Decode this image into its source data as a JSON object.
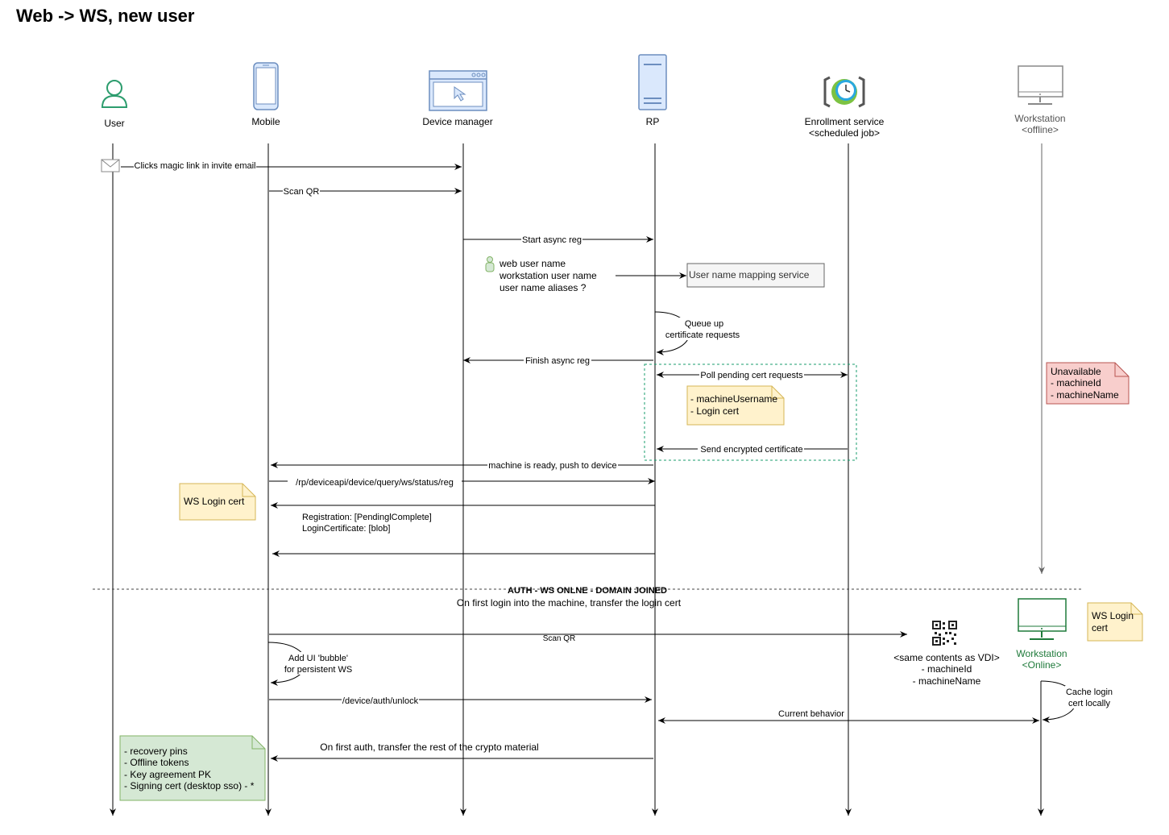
{
  "title": "Web -> WS, new user",
  "actors": [
    {
      "id": "user",
      "label": "User",
      "icon": "person-icon"
    },
    {
      "id": "mobile",
      "label": "Mobile",
      "icon": "mobile-phone-icon"
    },
    {
      "id": "devmgr",
      "label": "Device manager",
      "icon": "browser-window-icon"
    },
    {
      "id": "rp",
      "label": "RP",
      "icon": "server-icon"
    },
    {
      "id": "enroll",
      "label": "Enrollment service",
      "sublabel": "<scheduled job>",
      "icon": "scheduled-job-icon"
    },
    {
      "id": "ws",
      "label": "Workstation",
      "sublabel": "<offline>",
      "icon": "monitor-icon"
    }
  ],
  "messages": [
    {
      "id": "m1",
      "label": "Clicks magic link in invite email"
    },
    {
      "id": "m2",
      "label": "Scan QR"
    },
    {
      "id": "m3",
      "label": "Start async reg"
    },
    {
      "id": "m4",
      "label": "Finish async reg"
    },
    {
      "id": "m5",
      "label": "Poll pending cert requests"
    },
    {
      "id": "m6",
      "label": "Send  encrypted certificate"
    },
    {
      "id": "m7",
      "label": "machine is ready, push to device"
    },
    {
      "id": "m8",
      "label": "/rp/deviceapi/device/query/ws/status/reg"
    },
    {
      "id": "m9",
      "label": "Scan QR"
    },
    {
      "id": "m10",
      "label": "/device/auth/unlock"
    },
    {
      "id": "m11",
      "label": "Current behavior"
    },
    {
      "id": "m12",
      "label": "On first auth, transfer the rest of the crypto material"
    }
  ],
  "self_calls": {
    "queue": [
      "Queue up",
      "certificate requests"
    ],
    "bubble": [
      "Add UI 'bubble'",
      "for persistent WS"
    ],
    "cache": [
      "Cache login",
      "cert locally"
    ]
  },
  "mapping": {
    "lines": [
      "web user name",
      "workstation  user name",
      "user name aliases ?"
    ],
    "service": "User name mapping service"
  },
  "registration_text": [
    "Registration: [PendinglComplete]",
    "LoginCertificate: [blob]"
  ],
  "notes": {
    "ws_login_cert_1": [
      "WS Login cert"
    ],
    "machine_login": [
      "- machineUsername",
      "- Login cert"
    ],
    "unavailable": [
      "Unavailable",
      "- machineId",
      "- machineName"
    ],
    "ws_login_cert_2": [
      "WS Login",
      "cert"
    ],
    "recovery": [
      "- recovery pins",
      "- Offline tokens",
      "- Key agreement PK",
      "- Signing cert (desktop sso) - *"
    ]
  },
  "divider": {
    "label": "AUTH - WS ONLNE - DOMAIN JOINED",
    "sublabel": "On first login into the machine, transfer the login cert"
  },
  "qr_block": [
    "<same contents as VDI>",
    "- machineId",
    "- machineName"
  ],
  "ws_online": {
    "label": "Workstation",
    "sublabel": "<Online>",
    "icon": "monitor-icon"
  },
  "colors": {
    "user_green": "#2d9d6e",
    "ws_online_green": "#1e7a3a",
    "blue_fill": "#dae8fc",
    "blue_stroke": "#6c8ebf",
    "note_yellow": "#fff2cc",
    "note_yellow_stroke": "#d6b656",
    "note_red": "#f8cecc",
    "note_red_stroke": "#b85450",
    "note_green": "#d5e8d4",
    "note_green_stroke": "#82b366",
    "dashed_box": "#1a9e6e",
    "gray": "#666666"
  }
}
